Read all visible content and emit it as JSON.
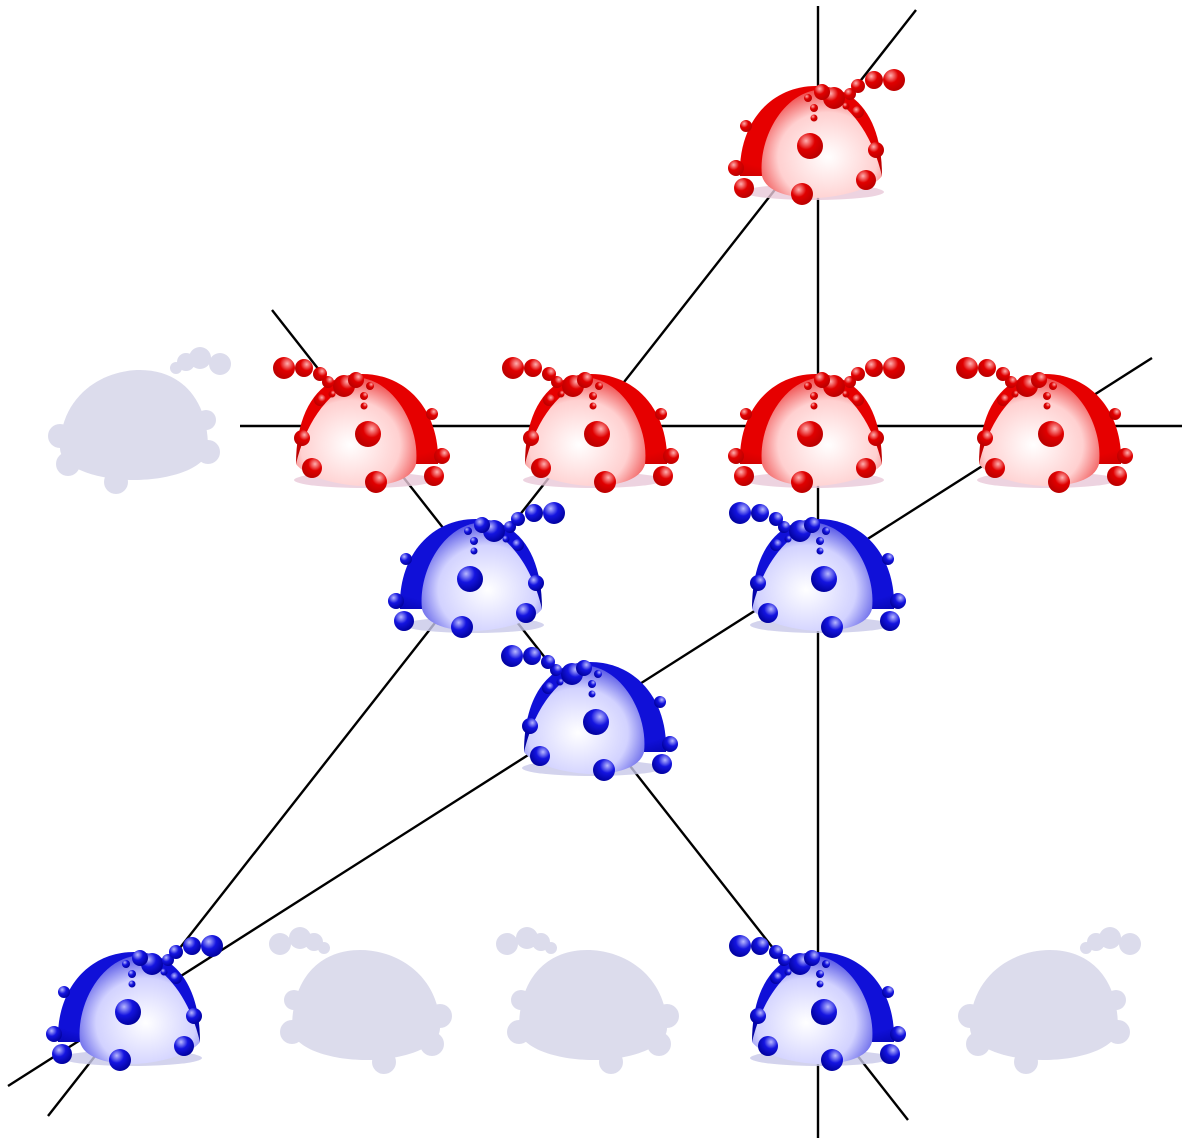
{
  "colors": {
    "red": {
      "dark": "#b80000",
      "main": "#e60000",
      "light": "#ffd0d0",
      "bead": "#e00000",
      "beadHi": "#ffb0b0"
    },
    "blue": {
      "dark": "#00009a",
      "main": "#1010d8",
      "light": "#d2d2ff",
      "bead": "#1414e0",
      "beadHi": "#b8b8ff"
    },
    "ghost": "#dcdcec",
    "line": "#000000"
  },
  "bugs": [
    {
      "id": "red-top",
      "color": "red",
      "facing": "right"
    },
    {
      "id": "red-row1-a",
      "color": "red",
      "facing": "left"
    },
    {
      "id": "red-row1-b",
      "color": "red",
      "facing": "left"
    },
    {
      "id": "red-row1-c",
      "color": "red",
      "facing": "right"
    },
    {
      "id": "red-row1-d",
      "color": "red",
      "facing": "left"
    },
    {
      "id": "blue-mid-a",
      "color": "blue",
      "facing": "right"
    },
    {
      "id": "blue-mid-b",
      "color": "blue",
      "facing": "left"
    },
    {
      "id": "blue-center",
      "color": "blue",
      "facing": "left"
    },
    {
      "id": "blue-bottom-a",
      "color": "blue",
      "facing": "right"
    },
    {
      "id": "blue-bottom-b",
      "color": "blue",
      "facing": "left"
    },
    {
      "id": "ghost-row1",
      "color": "ghost",
      "facing": "right"
    },
    {
      "id": "ghost-bottom-a",
      "color": "ghost",
      "facing": "left"
    },
    {
      "id": "ghost-bottom-b",
      "color": "ghost",
      "facing": "left"
    },
    {
      "id": "ghost-bottom-c",
      "color": "ghost",
      "facing": "right"
    }
  ]
}
